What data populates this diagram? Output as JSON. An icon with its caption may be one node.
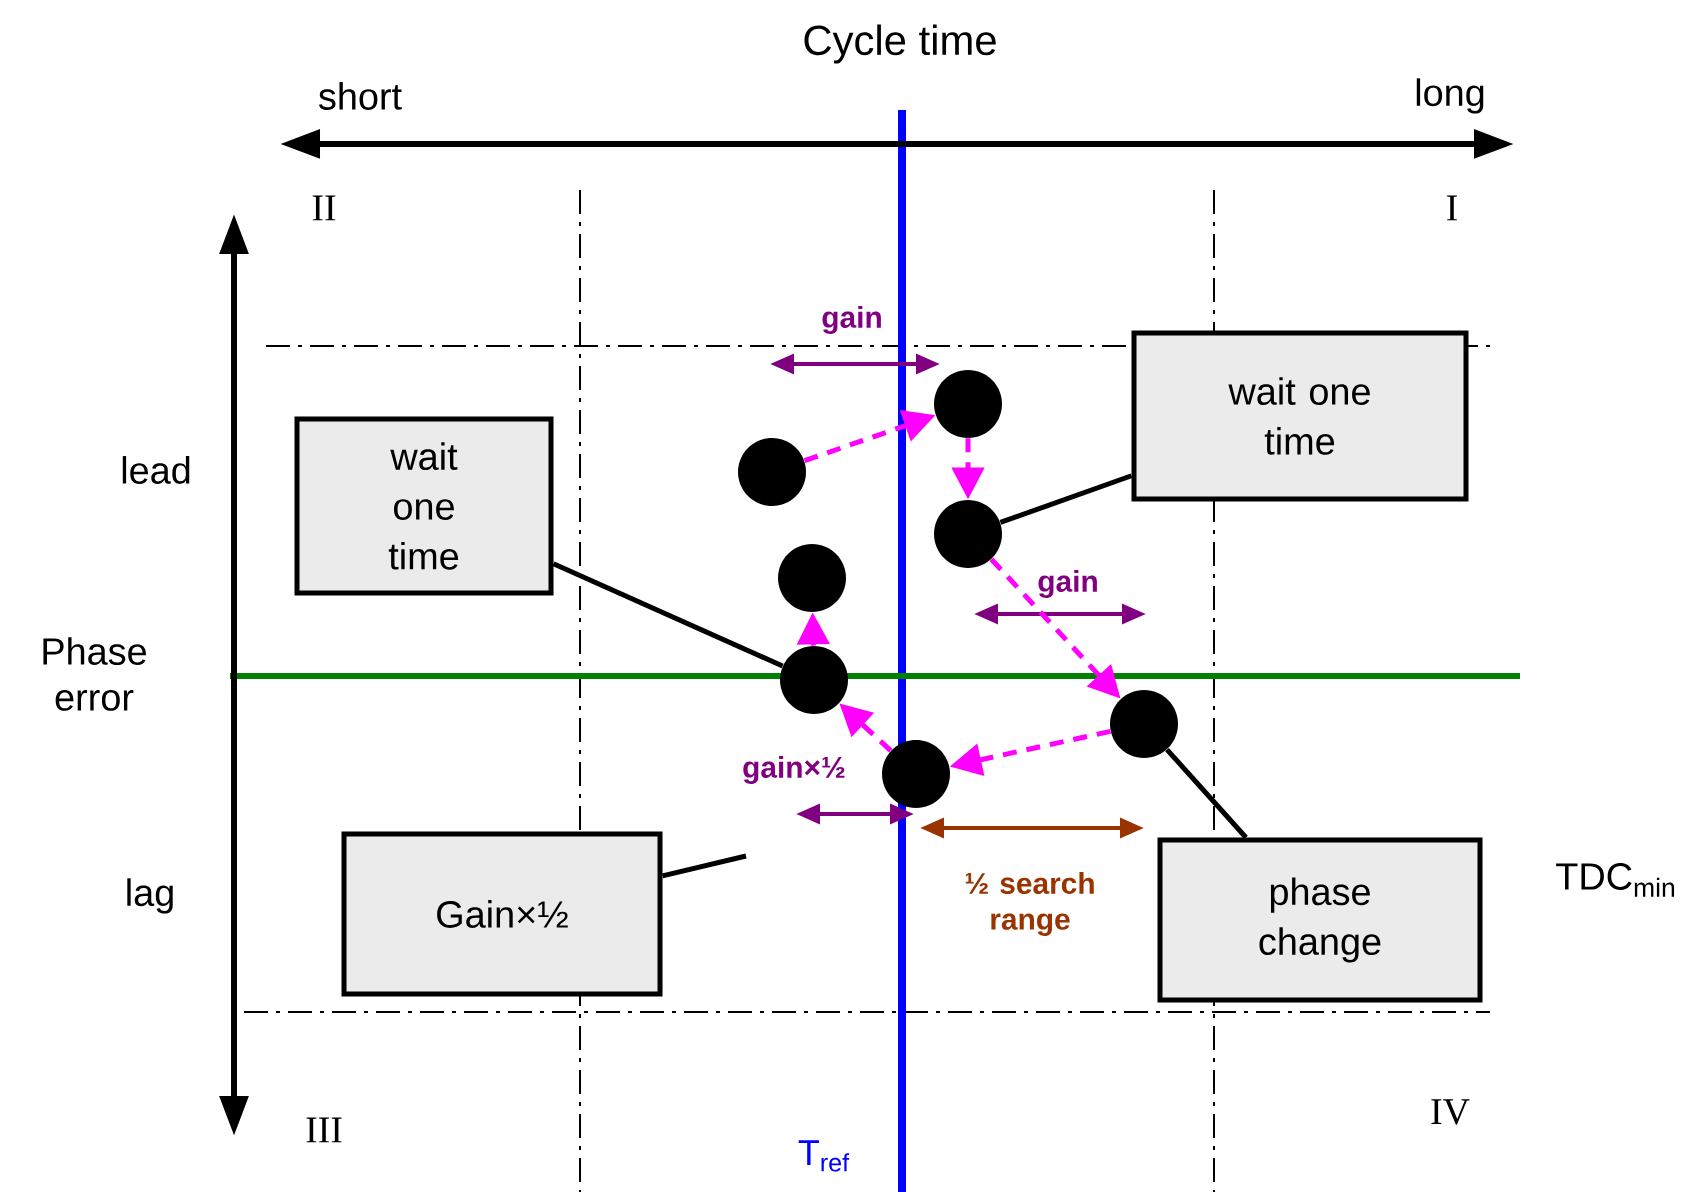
{
  "diagram": {
    "nodes": [
      {
        "text": [
          "wait one time"
        ]
      },
      {
        "text": [
          "wait one time"
        ]
      },
      {
        "text": [
          "Gain×½"
        ]
      },
      {
        "text": [
          "phase change"
        ]
      },
      {
        "text": [],
        "shape": "circle"
      },
      {
        "text": [],
        "shape": "circle"
      },
      {
        "text": [],
        "shape": "circle"
      },
      {
        "text": [],
        "shape": "circle"
      },
      {
        "text": [],
        "shape": "circle"
      },
      {
        "text": [],
        "shape": "circle"
      },
      {
        "text": [],
        "shape": "circle"
      }
    ],
    "edges": [
      {
        "from": 5,
        "to": 4,
        "arrow": "to",
        "style": "dashed",
        "color": "#ff00ff"
      },
      {
        "from": 4,
        "to": 6,
        "arrow": "to",
        "style": "dashed",
        "color": "#ff00ff"
      },
      {
        "from": 6,
        "to": 9,
        "arrow": "to",
        "style": "dashed",
        "color": "#ff00ff"
      },
      {
        "from": 9,
        "to": 10,
        "arrow": "to",
        "style": "dashed",
        "color": "#ff00ff"
      },
      {
        "from": 10,
        "to": 8,
        "arrow": "to",
        "style": "dashed",
        "color": "#ff00ff"
      },
      {
        "from": 8,
        "to": 7,
        "arrow": "to",
        "style": "dashed",
        "color": "#ff00ff"
      },
      {
        "from": 1,
        "to": 6,
        "arrow": "none",
        "color": "#000000"
      },
      {
        "from": 0,
        "to": 8,
        "arrow": "none",
        "color": "#000000"
      },
      {
        "from": 2,
        "to": null,
        "arrow": "none",
        "color": "#000000"
      },
      {
        "from": 3,
        "to": 9,
        "arrow": "none",
        "color": "#000000"
      }
    ],
    "labels": [
      "Cycle time",
      "short",
      "long",
      "II",
      "I",
      "gain",
      "lead",
      "gain",
      "Phase error",
      "gain×½",
      "½ search range",
      "TDC$_{min}$",
      "lag",
      "III",
      "IV",
      "T$_{ref}$"
    ]
  }
}
